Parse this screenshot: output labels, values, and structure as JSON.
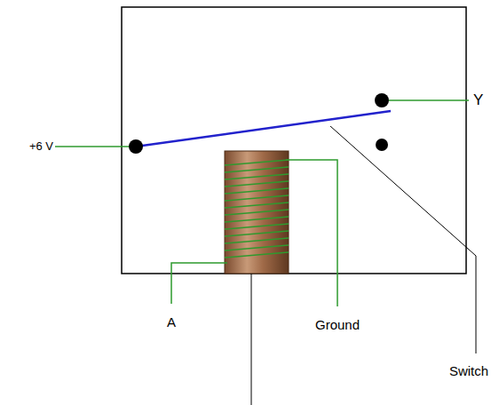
{
  "diagram": {
    "labels": [
      "+6 V",
      "Y",
      "A",
      "Ground",
      "Switch"
    ]
  }
}
